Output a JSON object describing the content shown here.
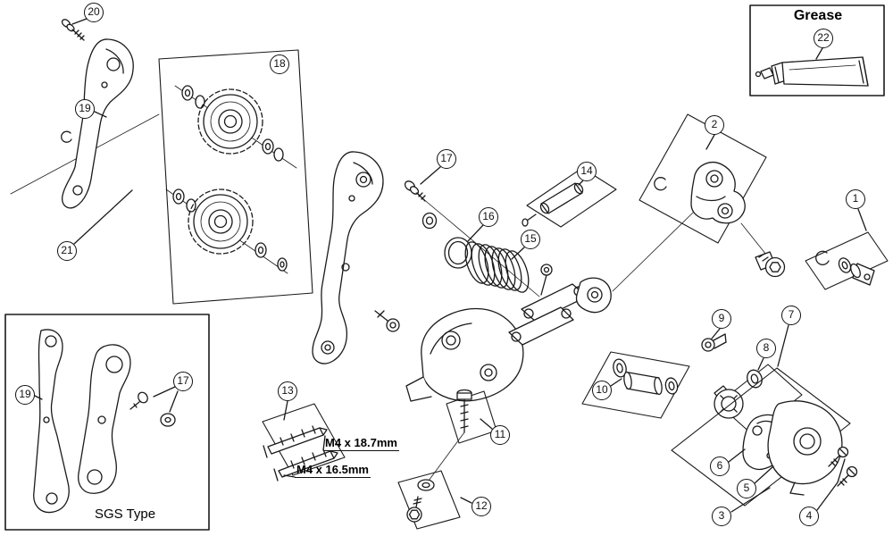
{
  "colors": {
    "line": "#1a1a1a",
    "background": "#ffffff"
  },
  "grease_box": {
    "title": "Grease"
  },
  "sgs_box": {
    "label": "SGS Type"
  },
  "bolt_labels": {
    "upper": "M4 x 18.7mm",
    "lower": "M4 x 16.5mm"
  },
  "callouts": [
    {
      "num": "20"
    },
    {
      "num": "18"
    },
    {
      "num": "19"
    },
    {
      "num": "2"
    },
    {
      "num": "17"
    },
    {
      "num": "14"
    },
    {
      "num": "1"
    },
    {
      "num": "16"
    },
    {
      "num": "15"
    },
    {
      "num": "21"
    },
    {
      "num": "22"
    },
    {
      "num": "9"
    },
    {
      "num": "7"
    },
    {
      "num": "8"
    },
    {
      "num": "10"
    },
    {
      "num": "13"
    },
    {
      "num": "17"
    },
    {
      "num": "19"
    },
    {
      "num": "11"
    },
    {
      "num": "6"
    },
    {
      "num": "5"
    },
    {
      "num": "12"
    },
    {
      "num": "3"
    },
    {
      "num": "4"
    }
  ]
}
